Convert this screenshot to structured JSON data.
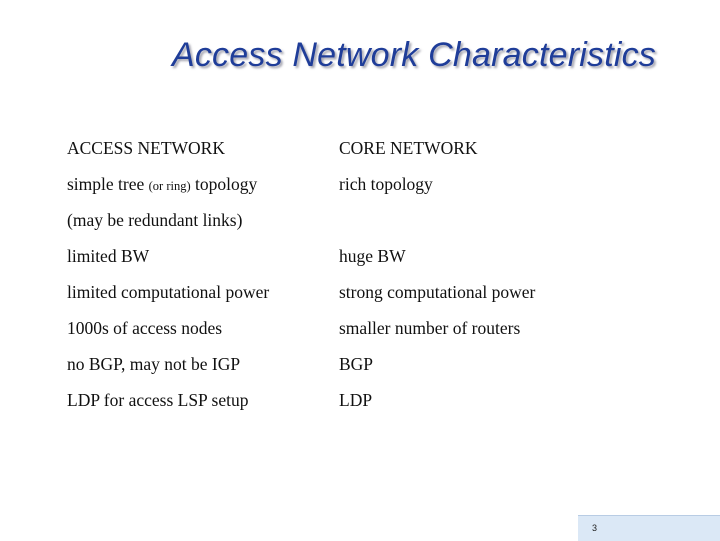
{
  "title": "Access Network Characteristics",
  "header": {
    "left": "ACCESS NETWORK",
    "right": "CORE NETWORK"
  },
  "rows": [
    {
      "left_main": "simple tree ",
      "left_small": "(or ring)",
      "left_end": " topology",
      "right": "rich topology"
    },
    {
      "left": "(may be redundant links)",
      "right": ""
    },
    {
      "left": "limited BW",
      "right": "huge BW"
    },
    {
      "left": "limited computational power",
      "right": "strong computational power"
    },
    {
      "left": "1000s of access nodes",
      "right": "smaller number of routers"
    },
    {
      "left": "no BGP, may not be IGP",
      "right": "BGP"
    },
    {
      "left": "LDP for access LSP setup",
      "right": "LDP"
    }
  ],
  "page_number": "3",
  "colors": {
    "title": "#1f3d99",
    "page_box": "#dbe8f6"
  }
}
